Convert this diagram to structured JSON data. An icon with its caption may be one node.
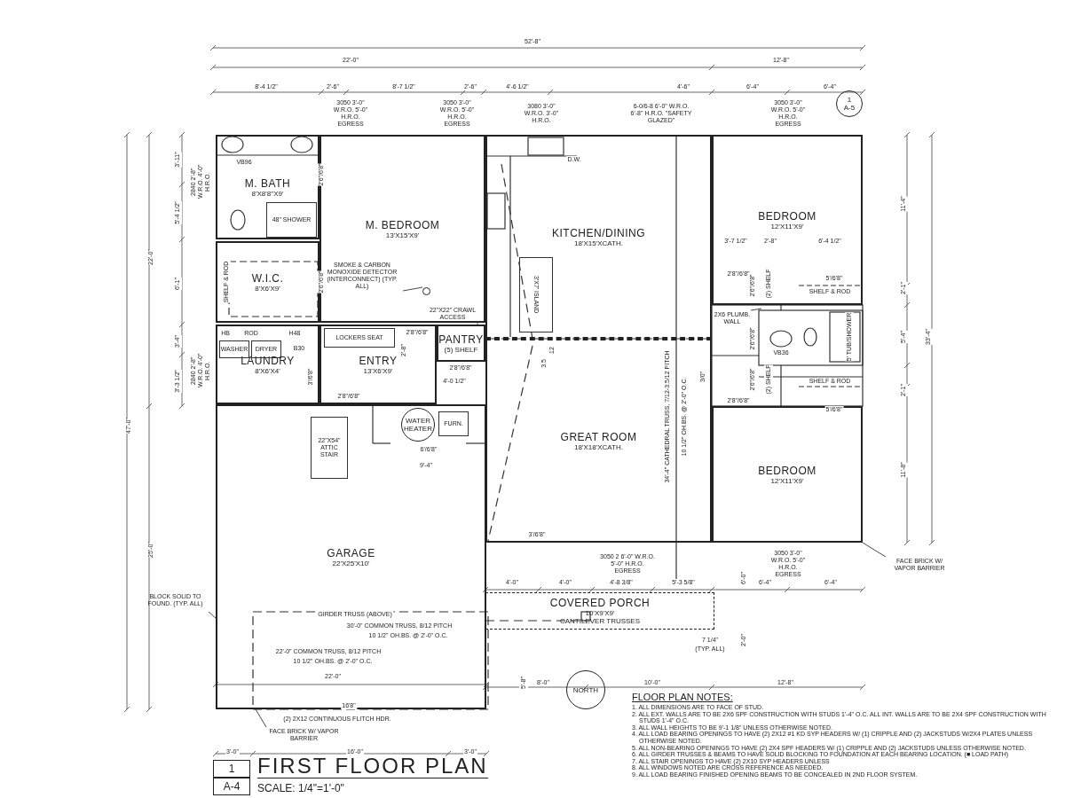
{
  "diagram": {
    "title": "FIRST FLOOR PLAN",
    "caption": "SCALE: 1/4\"=1'-0\"",
    "nodes": [
      {
        "text": [
          "M. BATH",
          "8'X8'8\"X9'"
        ]
      },
      {
        "text": [
          "M. BEDROOM",
          "13'X15'X9'"
        ]
      },
      {
        "text": [
          "W.I.C.",
          "8'X6'X9'"
        ]
      },
      {
        "text": [
          "KITCHEN/DINING",
          "18'X15'XCATH."
        ]
      },
      {
        "text": [
          "BEDROOM",
          "12'X11'X9'"
        ]
      },
      {
        "text": [
          "LAUNDRY",
          "8'X6'X4'"
        ]
      },
      {
        "text": [
          "ENTRY",
          "13'X6'X9'"
        ]
      },
      {
        "text": [
          "PANTRY",
          "(5) SHELF"
        ]
      },
      {
        "text": [
          "GREAT ROOM",
          "18'X18'XCATH."
        ]
      },
      {
        "text": [
          "BEDROOM",
          "12'X11'X9'"
        ]
      },
      {
        "text": [
          "WATER HEATER"
        ],
        "in": 12
      },
      {
        "text": [
          "FURN."
        ],
        "in": 12
      },
      {
        "text": [
          "GARAGE",
          "22'X25'X10'"
        ]
      },
      {
        "text": [
          "COVERED PORCH",
          "10'X9'X9'",
          "CANTILEVER TRUSSES"
        ]
      },
      {
        "text": [
          "22\"X54\" ATTIC STAIR"
        ],
        "in": 12
      },
      {
        "text": [
          "SMOKE & CARBON MONOXIDE DETECTOR (INTERCONNECT) (TYP. ALL)"
        ],
        "in": 1
      },
      {
        "text": [],
        "shape": "circle",
        "in": 1
      },
      {
        "text": [
          "BLOCK SOLID TO FOUND. (TYP. ALL)"
        ]
      },
      {
        "text": [
          "FACE BRICK W/ VAPOR BARRIER"
        ]
      },
      {
        "text": [
          "FACE BRICK W/ VAPOR BARRIER"
        ]
      },
      {
        "text": [
          "2X6 PLUMB. WALL"
        ]
      },
      {
        "text": [
          "22\"X22\" CRAWL ACCESS"
        ],
        "in": 1
      },
      {
        "text": [
          "1",
          "A-5"
        ]
      },
      {
        "text": [
          "1"
        ]
      },
      {
        "text": [
          "A-4"
        ]
      },
      {
        "text": [
          "NORTH"
        ]
      },
      {
        "text": [
          "WASHER"
        ],
        "in": 5
      },
      {
        "text": [
          "DRYER"
        ],
        "in": 5
      },
      {
        "text": [
          "3'X7' ISLAND"
        ],
        "in": 3
      },
      {
        "text": [
          "LOCKERS SEAT"
        ],
        "in": 6
      },
      {
        "text": [
          "48\" SHOWER"
        ],
        "in": 0
      }
    ],
    "edges": [
      {
        "from": 15,
        "to": 16,
        "arrow": "none"
      },
      {
        "from": 17,
        "to": 12,
        "arrow": "none"
      },
      {
        "from": 18,
        "to": 12,
        "arrow": "none"
      },
      {
        "from": 19,
        "to": 9,
        "arrow": "none"
      },
      {
        "from": 20,
        "to": null,
        "arrow": "none"
      },
      {
        "from": 21,
        "to": 7,
        "arrow": "none"
      }
    ],
    "labels": [
      "52'-8\"",
      "22'-0\"",
      "12'-8\"",
      "8'-4 1/2\"",
      "2'-6\"",
      "8'-7 1/2\"",
      "2'-6\"",
      "4'-6 1/2\"",
      "4'-6\"",
      "6'-4\"",
      "6'-4\"",
      "3050 3'-0\" W.R.O. 5'-0\" H.R.O. EGRESS",
      "3050 3'-0\" W.R.O. 5'-0\" H.R.O. EGRESS",
      "3080 3'-0\" W.R.O. 3'-0\" H.R.O.",
      "6-0/6-8 6'-0\" W.R.O. 6'-8\" H.R.O. \"SAFETY GLAZED\"",
      "3050 3'-0\" W.R.O. 5'-0\" H.R.O. EGRESS",
      "3'-11\"",
      "5'-4 1/2\"",
      "6'-1\"",
      "3'-4\"",
      "3'-3 1/2\"",
      "22'-0\"",
      "47'-0\"",
      "25'-0\"",
      "2840 2'-8\" W.R.O. 4'-0\" H.R.O.",
      "2840 2'-8\" W.R.O. 4'-0\" H.R.O.",
      "11'-4\"",
      "2'-1\"",
      "5'-4\"",
      "2'-1\"",
      "11'-8\"",
      "33'-4\"",
      "VB96",
      "2'6\"/6'8\"",
      "SHELF & ROD",
      "2'6\"/6'8\"",
      "2'8\"/6'8\"",
      "D.W.",
      "3'-7 1/2\"",
      "2'-8\"",
      "6'-4 1/2\"",
      "2'8\"/6'8\"",
      "2'6\"/6'8\"",
      "(2) SHELF",
      "5'/6'8\"",
      "SHELF & ROD",
      "VB36",
      "2'6\"/6'8\"",
      "5' TUB/SHOWER",
      "HB",
      "ROD",
      "H48",
      "B30",
      "3'/6'8\"",
      "2'-8\"",
      "2'8\"/6'8\"",
      "4'-0 1/2\"",
      "2'8\"/6'8\"",
      "6'/6'8\"",
      "9'-4\"",
      "3.5",
      "12",
      "34'-4\" CATHEDRAL TRUSS, 7/12-3.5/12 PITCH",
      "10 1/2\" OH.BS. @ 2'-0\" O.C.",
      "3/0\"",
      "3'/6'8\"",
      "2'6\"/6'8\"",
      "(2) SHELF",
      "SHELF & ROD",
      "2'8\"/6'8\"",
      "5'/6'8\"",
      "3050 2 6'-0\" W.R.O. 5'-0\" H.R.O. EGRESS",
      "3050 3'-0\" W.R.O. 5'-0\" H.R.O. EGRESS",
      "4'-0\"",
      "4'-0\"",
      "4'-8 3/8\"",
      "5'-3 5/8\"",
      "6'-0\"",
      "6'-4\"",
      "6'-4\"",
      "2'-0\"",
      "7 1/4\"",
      "(TYP. ALL)",
      "5'-8\"",
      "8'-0\"",
      "10'-0\"",
      "12'-8\"",
      "GIRDER TRUSS (ABOVE)",
      "30'-0\" COMMON TRUSS, 8/12 PITCH",
      "10 1/2\" OH.BS. @ 2'-0\" O.C.",
      "22'-0\" COMMON TRUSS, 8/12 PITCH",
      "10 1/2\" OH.BS. @ 2'-0\" O.C.",
      "22'-0\"",
      "16'8\"",
      "(2) 2X12 CONTINUOUS FLITCH HDR.",
      "3'-0\"",
      "16'-0\"",
      "3'-0\"",
      "FLOOR PLAN NOTES:",
      "1. ALL DIMENSIONS ARE TO FACE OF STUD.",
      "2. ALL EXT. WALLS ARE TO BE 2X6 SPF CONSTRUCTION WITH STUDS 1'-4\" O.C. ALL INT. WALLS ARE TO BE 2X4 SPF CONSTRUCTION WITH STUDS 1'-4\" O.C.",
      "3. ALL WALL HEIGHTS TO BE 9'-1 1/8\" UNLESS OTHERWISE NOTED.",
      "4. ALL LOAD BEARING OPENINGS TO HAVE (2) 2X12 #1 KD SYP HEADERS W/ (1) CRIPPLE AND (2) JACKSTUDS W/2X4 PLATES UNLESS OTHERWISE NOTED.",
      "5. ALL NON-BEARING OPENINGS TO HAVE (2) 2X4 SPF HEADERS W/ (1) CRIPPLE AND (2) JACKSTUDS UNLESS OTHERWISE NOTED.",
      "6. ALL GIRDER TRUSSES & BEAMS TO HAVE SOLID BLOCKING TO FOUNDATION AT EACH BEARING LOCATION. (■ LOAD PATH)",
      "7. ALL STAIR OPENINGS TO HAVE (2) 2X10 SYP HEADERS UNLESS",
      "8. ALL WINDOWS NOTED ARE CROSS REFERENCE AS NEEDED.",
      "9. ALL LOAD BEARING FINISHED OPENING BEAMS TO BE CONCEALED IN 2ND FLOOR SYSTEM."
    ]
  }
}
